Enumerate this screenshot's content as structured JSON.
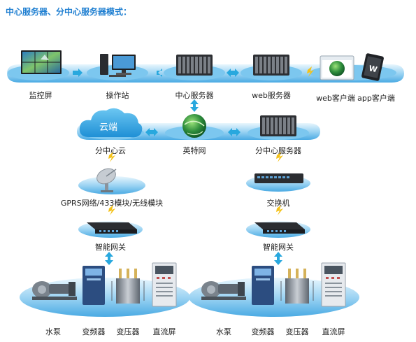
{
  "title": "中心服务器、分中心服务器模式：",
  "colors": {
    "title": "#1f7fd1",
    "band": "#5fb6ea",
    "band_light": "#bfe3f8",
    "arrow": "#28a8de",
    "bolt": "#f4c21a",
    "server": "#2d2f33"
  },
  "nodes": {
    "monitor_screen": "监控屏",
    "workstation": "操作站",
    "center_server": "中心服务器",
    "web_server": "web服务器",
    "web_client": "web客户端",
    "app_client": "app客户端",
    "branch_cloud": "分中心云",
    "cloud_text": "云端",
    "internet": "英特网",
    "branch_server": "分中心服务器",
    "gprs": "GPRS网络/433模块/无线模块",
    "switch": "交换机",
    "gateway_left": "智能网关",
    "gateway_right": "智能网关"
  },
  "devices_left": [
    "水泵",
    "变频器",
    "变压器",
    "直流屏"
  ],
  "devices_right": [
    "水泵",
    "变频器",
    "变压器",
    "直流屏"
  ]
}
